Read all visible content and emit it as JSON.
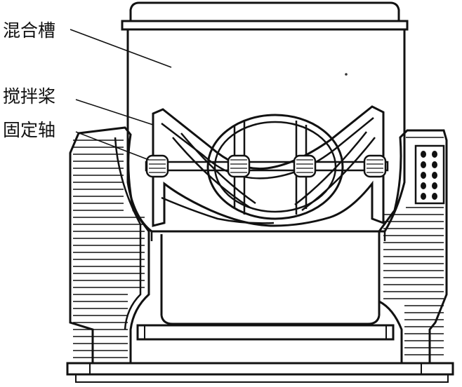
{
  "labels": {
    "mixing_tank": "混合槽",
    "agitator_paddle": "搅拌桨",
    "fixed_shaft": "固定轴"
  }
}
